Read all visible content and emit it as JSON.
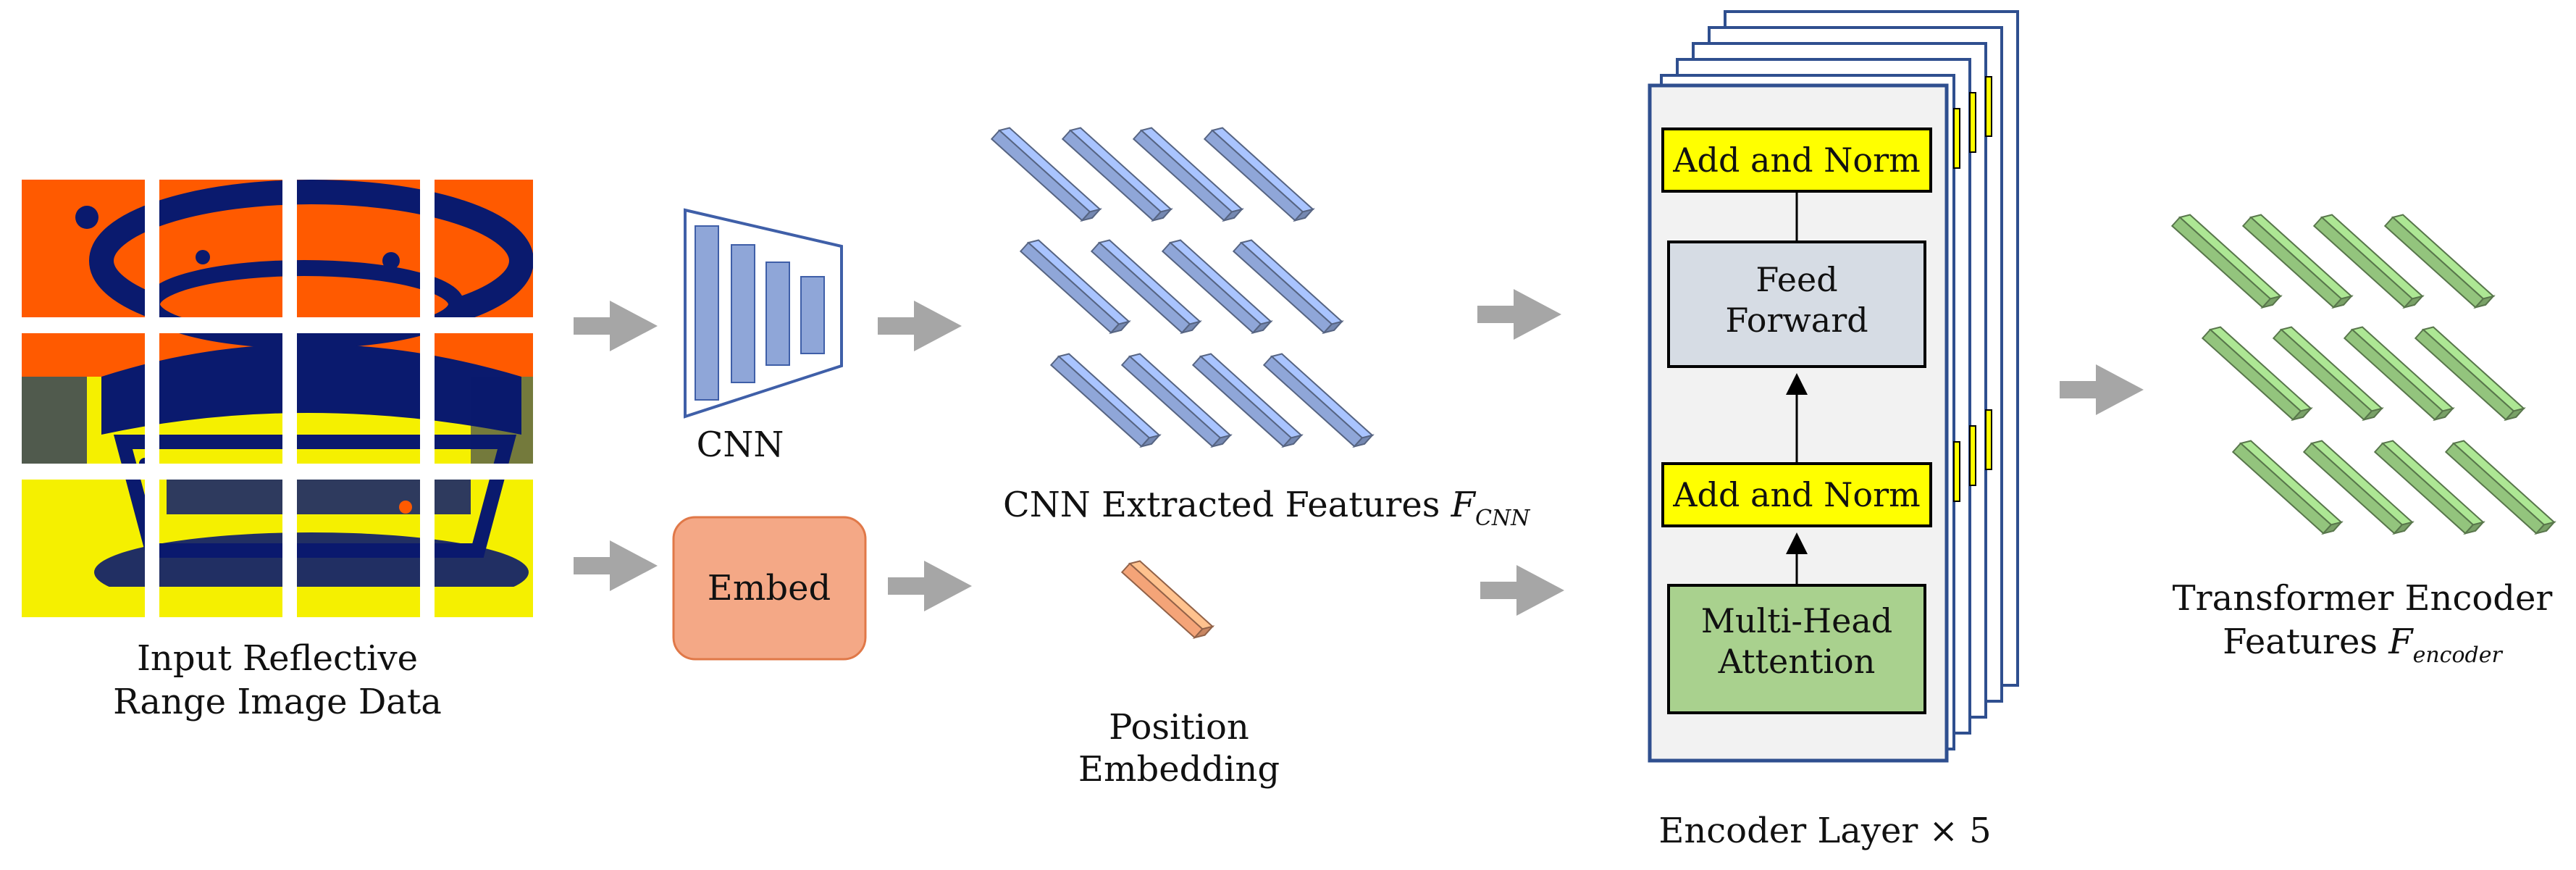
{
  "labels": {
    "input_line1": "Input Reflective",
    "input_line2": "Range Image Data",
    "cnn": "CNN",
    "embed": "Embed",
    "cnn_features_prefix": "CNN Extracted Features ",
    "cnn_features_symbol": "F",
    "cnn_features_sub": "CNN",
    "position_line1": "Position",
    "position_line2": "Embedding",
    "encoder_layer": "Encoder Layer × 5",
    "transformer_line1": "Transformer Encoder",
    "transformer_line2_prefix": "Features ",
    "transformer_symbol": "F",
    "transformer_sub": "encoder"
  },
  "encoder": {
    "add_norm_top": "Add and Norm",
    "feed_forward_line1": "Feed",
    "feed_forward_line2": "Forward",
    "add_norm_bottom": "Add and Norm",
    "mha_line1": "Multi-Head",
    "mha_line2": "Attention"
  },
  "colors": {
    "image_orange": "#ff5a00",
    "image_yellow": "#f5f000",
    "image_navy": "#0a1a6e",
    "cnn_blue": "#8fa6d8",
    "cnn_stroke": "#3f5fa8",
    "embed_fill": "#f4a886",
    "embed_stroke": "#e07848",
    "position_orange": "#f4a478",
    "encoder_green": "#a9d18e",
    "add_norm_yellow": "#ffff00",
    "feed_forward_gray": "#d6dce4",
    "encoder_frame": "#2f4f8f",
    "feature_green": "#93c47d",
    "arrow_gray": "#a6a6a6"
  }
}
